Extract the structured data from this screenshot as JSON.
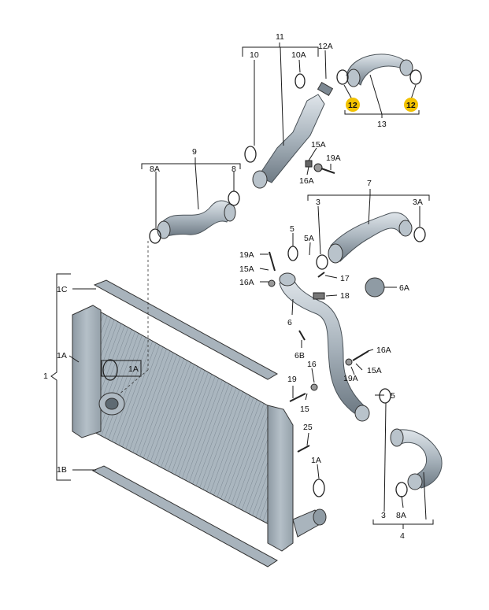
{
  "labels": {
    "l11": "11",
    "l10": "10",
    "l10A": "10A",
    "l12A": "12A",
    "l12a": "12",
    "l12b": "12",
    "l13": "13",
    "l9": "9",
    "l8A_top": "8A",
    "l8_top": "8",
    "l15A_top": "15A",
    "l19A_top": "19A",
    "l16A_top": "16A",
    "l7": "7",
    "l3_top": "3",
    "l3A": "3A",
    "l5_mid": "5",
    "l5A": "5A",
    "l19A_mid": "19A",
    "l15A_mid": "15A",
    "l16A_mid": "16A",
    "l17": "17",
    "l18": "18",
    "l6A": "6A",
    "l6": "6",
    "l6B": "6B",
    "l1C": "1C",
    "l1A_left": "1A",
    "l1": "1",
    "l1A_box": "1A",
    "l1B": "1B",
    "l16A_right": "16A",
    "l19A_right": "19A",
    "l15A_right": "15A",
    "l16_low": "16",
    "l19_low": "19",
    "l15_low": "15",
    "l5_right": "5",
    "l25": "25",
    "l1A_low": "1A",
    "l3_bottom": "3",
    "l8A_bottom": "8A",
    "l4": "4"
  },
  "highlight_color": "#f2c200",
  "part_color": "#aeb9c2",
  "dark_color": "#2d3338"
}
